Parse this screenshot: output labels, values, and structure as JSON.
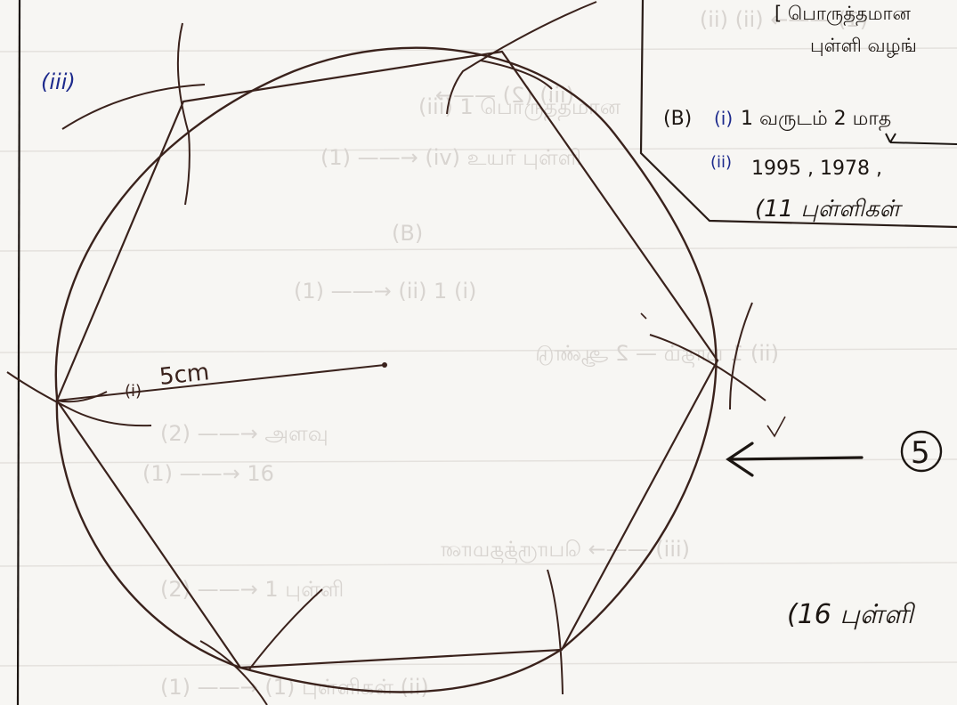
{
  "marks": {
    "question_number": "(iii)",
    "radius_step": "(i)",
    "radius_label": "5cm",
    "part_b": "(B)",
    "part_b_i": "(i)",
    "part_b_i_text": "1 வருடம் 2 மாத",
    "part_b_ii": "(ii)",
    "part_b_ii_text": "1995 , 1978 ,",
    "eleven_points": "(11 புள்ளிகள்",
    "tamil_line_1": "[ பொருத்தமான",
    "tamil_line_2": "புள்ளி வழங்",
    "score": "5",
    "sixteen_points": "(16 புள்ளி"
  },
  "ghost": {
    "lines": [
      "(1) ——→ (ii) (ii)",
      "(iii) (2) ——→",
      "(iii) 1 பொருத்தமான",
      "(1) ——→ (iv) உயர் புள்ளி",
      "(B)",
      "(1) ——→ (ii) 1 (i)",
      "(ii) 1 மாதம் — 2 ஆண்டு",
      "(2) ——→ அளவு",
      "(1) ——→ 16",
      "(iii) ——→ பொருத்தமான",
      "(2) ——→ 1 புள்ளி",
      "(1) ——→ (1) புள்ளிகள் (ii)"
    ]
  },
  "colors": {
    "paper": "#f7f6f3",
    "pencil": "#3a221c",
    "blue_ink": "#1d2a8c",
    "black_ink": "#1c1612",
    "ghost": "#d8d4d0"
  }
}
